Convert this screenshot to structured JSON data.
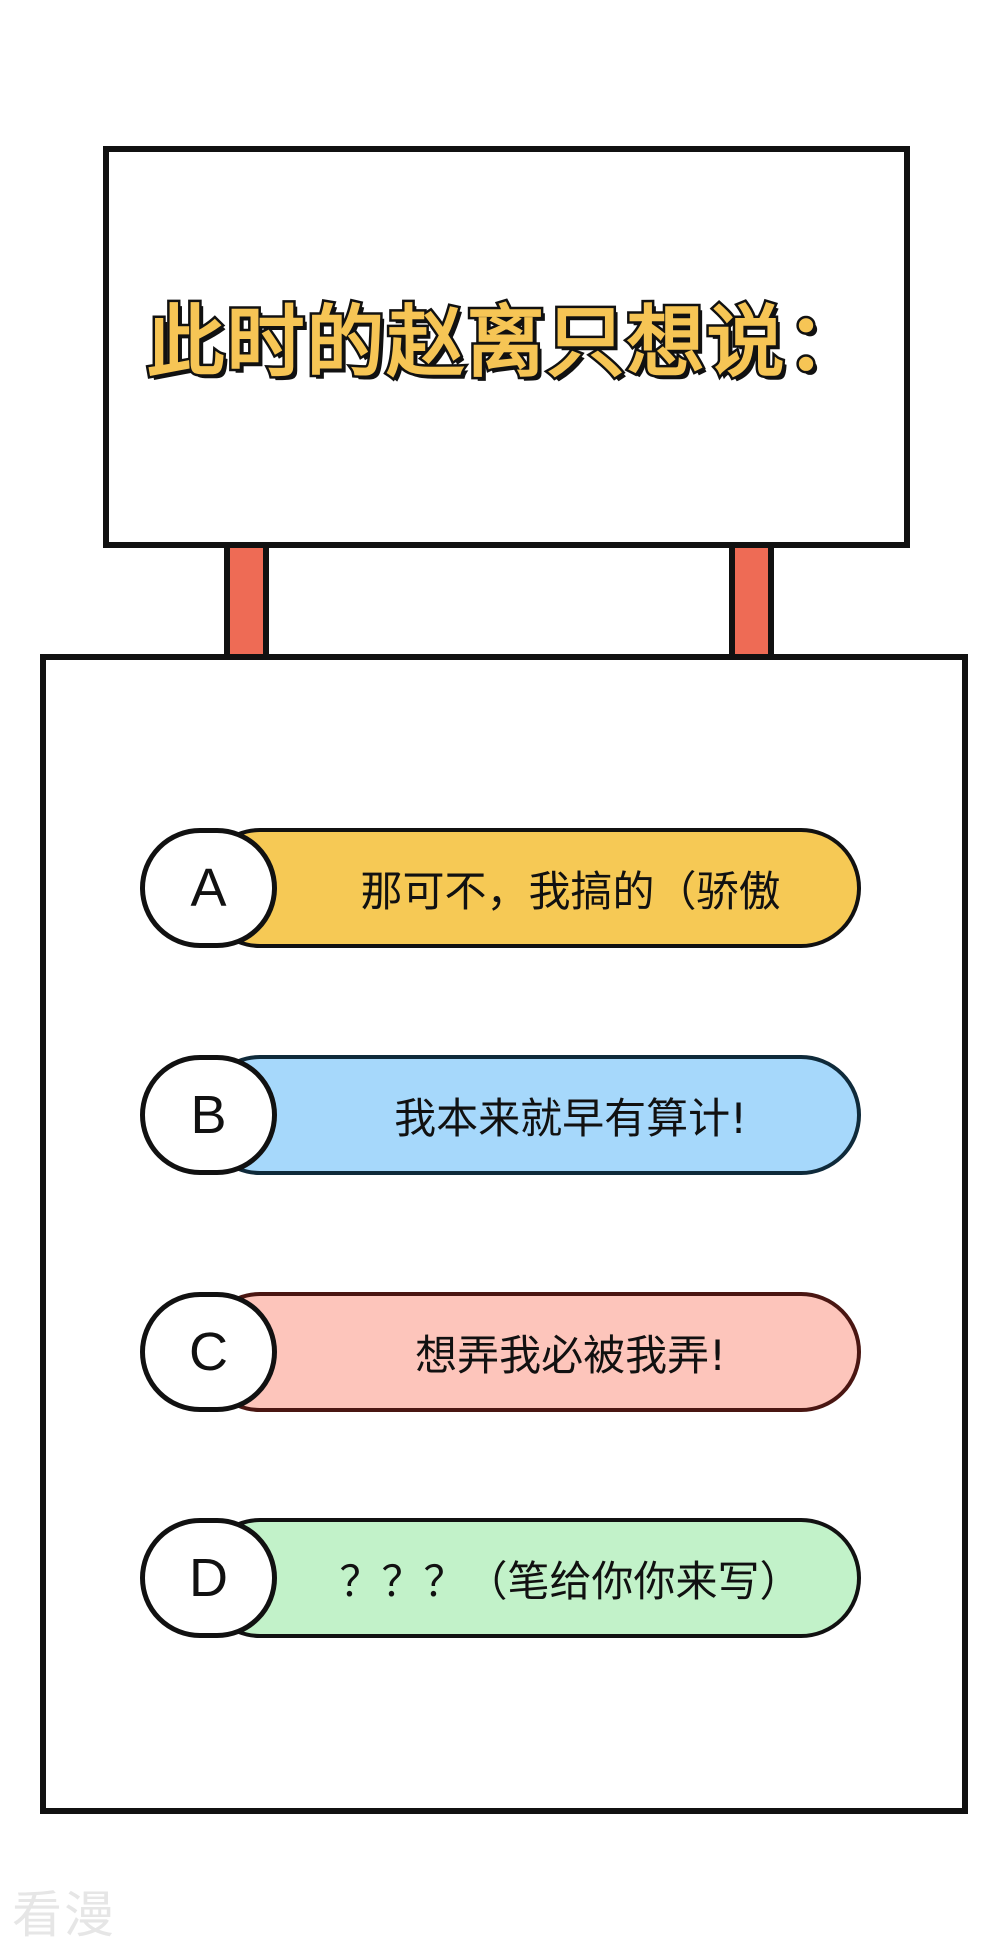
{
  "title": "此时的赵离只想说：",
  "options": [
    {
      "letter": "A",
      "text": "那可不，我搞的（骄傲",
      "color": "#f6c955"
    },
    {
      "letter": "B",
      "text": "我本来就早有算计!",
      "color": "#a6d8fb"
    },
    {
      "letter": "C",
      "text": "想弄我必被我弄!",
      "color": "#fdc5bb"
    },
    {
      "letter": "D",
      "text": "？？？（笔给你你来写）",
      "color": "#c2f2c9"
    }
  ],
  "watermark": "看漫",
  "colors": {
    "title_fill": "#f6c555",
    "post": "#ee6b55",
    "outline": "#111111"
  }
}
